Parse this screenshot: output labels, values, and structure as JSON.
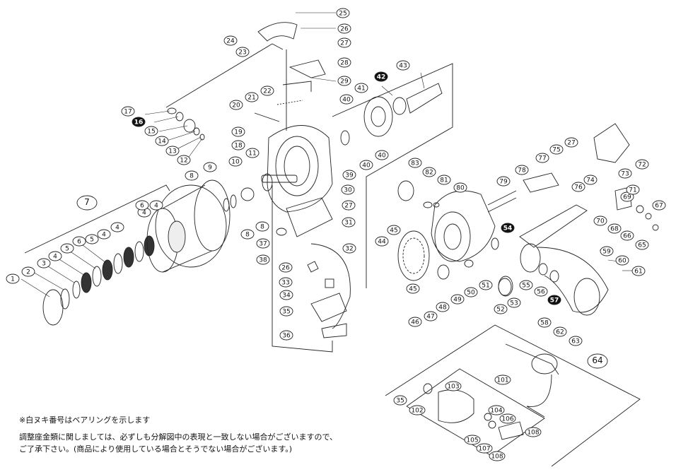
{
  "callouts": [
    {
      "label": "1"
    },
    {
      "label": "2"
    },
    {
      "label": "3"
    },
    {
      "label": "4"
    },
    {
      "label": "5"
    },
    {
      "label": "6"
    },
    {
      "label": "7"
    },
    {
      "label": "8"
    },
    {
      "label": "9"
    },
    {
      "label": "10"
    },
    {
      "label": "11"
    },
    {
      "label": "12"
    },
    {
      "label": "13"
    },
    {
      "label": "14"
    },
    {
      "label": "15"
    },
    {
      "label": "16",
      "bearing": true
    },
    {
      "label": "17"
    },
    {
      "label": "18"
    },
    {
      "label": "19"
    },
    {
      "label": "20"
    },
    {
      "label": "21"
    },
    {
      "label": "22"
    },
    {
      "label": "23"
    },
    {
      "label": "24"
    },
    {
      "label": "25"
    },
    {
      "label": "26"
    },
    {
      "label": "27"
    },
    {
      "label": "28"
    },
    {
      "label": "29"
    },
    {
      "label": "30"
    },
    {
      "label": "31"
    },
    {
      "label": "32"
    },
    {
      "label": "33"
    },
    {
      "label": "34"
    },
    {
      "label": "35"
    },
    {
      "label": "36"
    },
    {
      "label": "37"
    },
    {
      "label": "38"
    },
    {
      "label": "39"
    },
    {
      "label": "40"
    },
    {
      "label": "41"
    },
    {
      "label": "42",
      "bearing": true
    },
    {
      "label": "43"
    },
    {
      "label": "44"
    },
    {
      "label": "45"
    },
    {
      "label": "46"
    },
    {
      "label": "47"
    },
    {
      "label": "48"
    },
    {
      "label": "49"
    },
    {
      "label": "50"
    },
    {
      "label": "51"
    },
    {
      "label": "52"
    },
    {
      "label": "53"
    },
    {
      "label": "54",
      "bearing": true
    },
    {
      "label": "55"
    },
    {
      "label": "56"
    },
    {
      "label": "57",
      "bearing": true
    },
    {
      "label": "58"
    },
    {
      "label": "59"
    },
    {
      "label": "60"
    },
    {
      "label": "61"
    },
    {
      "label": "62"
    },
    {
      "label": "63"
    },
    {
      "label": "64"
    },
    {
      "label": "65"
    },
    {
      "label": "66"
    },
    {
      "label": "67"
    },
    {
      "label": "68"
    },
    {
      "label": "69"
    },
    {
      "label": "70"
    },
    {
      "label": "71"
    },
    {
      "label": "72"
    },
    {
      "label": "73"
    },
    {
      "label": "74"
    },
    {
      "label": "75"
    },
    {
      "label": "76"
    },
    {
      "label": "77"
    },
    {
      "label": "78"
    },
    {
      "label": "79"
    },
    {
      "label": "80"
    },
    {
      "label": "81"
    },
    {
      "label": "82"
    },
    {
      "label": "83"
    },
    {
      "label": "101"
    },
    {
      "label": "102"
    },
    {
      "label": "103"
    },
    {
      "label": "104"
    },
    {
      "label": "105"
    },
    {
      "label": "106"
    },
    {
      "label": "107"
    },
    {
      "label": "108"
    }
  ],
  "notes": {
    "bearing_note": "※白ヌキ番号はベアリングを示します",
    "shim_note_1": "調整座金類に関しましては、必ずしも分解図中の表現と一致しない場合がございますので、",
    "shim_note_2": "ご了承下さい。(商品により使用している場合とそうでない場合がございます。)"
  },
  "colors": {
    "line": "#222222",
    "bearing_fill": "#111111",
    "background": "#ffffff"
  }
}
